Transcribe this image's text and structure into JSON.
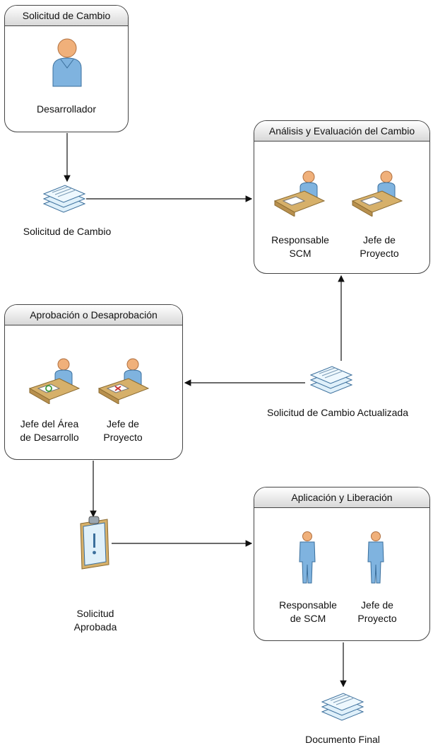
{
  "boxes": {
    "request": {
      "title": "Solicitud de Cambio",
      "roles": [
        "Desarrollador"
      ]
    },
    "analysis": {
      "title": "Análisis y Evaluación del Cambio",
      "roles": [
        "Responsable\nSCM",
        "Jefe de\nProyecto"
      ]
    },
    "approval": {
      "title": "Aprobación o Desaprobación",
      "roles": [
        "Jefe del Área\nde Desarrollo",
        "Jefe de\nProyecto"
      ]
    },
    "release": {
      "title": "Aplicación y Liberación",
      "roles": [
        "Responsable\nde SCM",
        "Jefe de\nProyecto"
      ]
    }
  },
  "artifacts": {
    "change_request": "Solicitud de Cambio",
    "updated_request": "Solicitud de Cambio Actualizada",
    "approved_request": "Solicitud\nAprobada",
    "final_document": "Documento Final"
  },
  "icons": {
    "developer": "person-icon",
    "desk_worker": "desk-worker-icon",
    "standing_person": "standing-person-icon",
    "documents": "document-stack-icon",
    "clipboard": "clipboard-alert-icon"
  },
  "colors": {
    "person": "#7fb3df",
    "skin": "#f0b07a",
    "desk": "#d6b06a",
    "paper": "#dff0fa",
    "outline": "#444444"
  }
}
